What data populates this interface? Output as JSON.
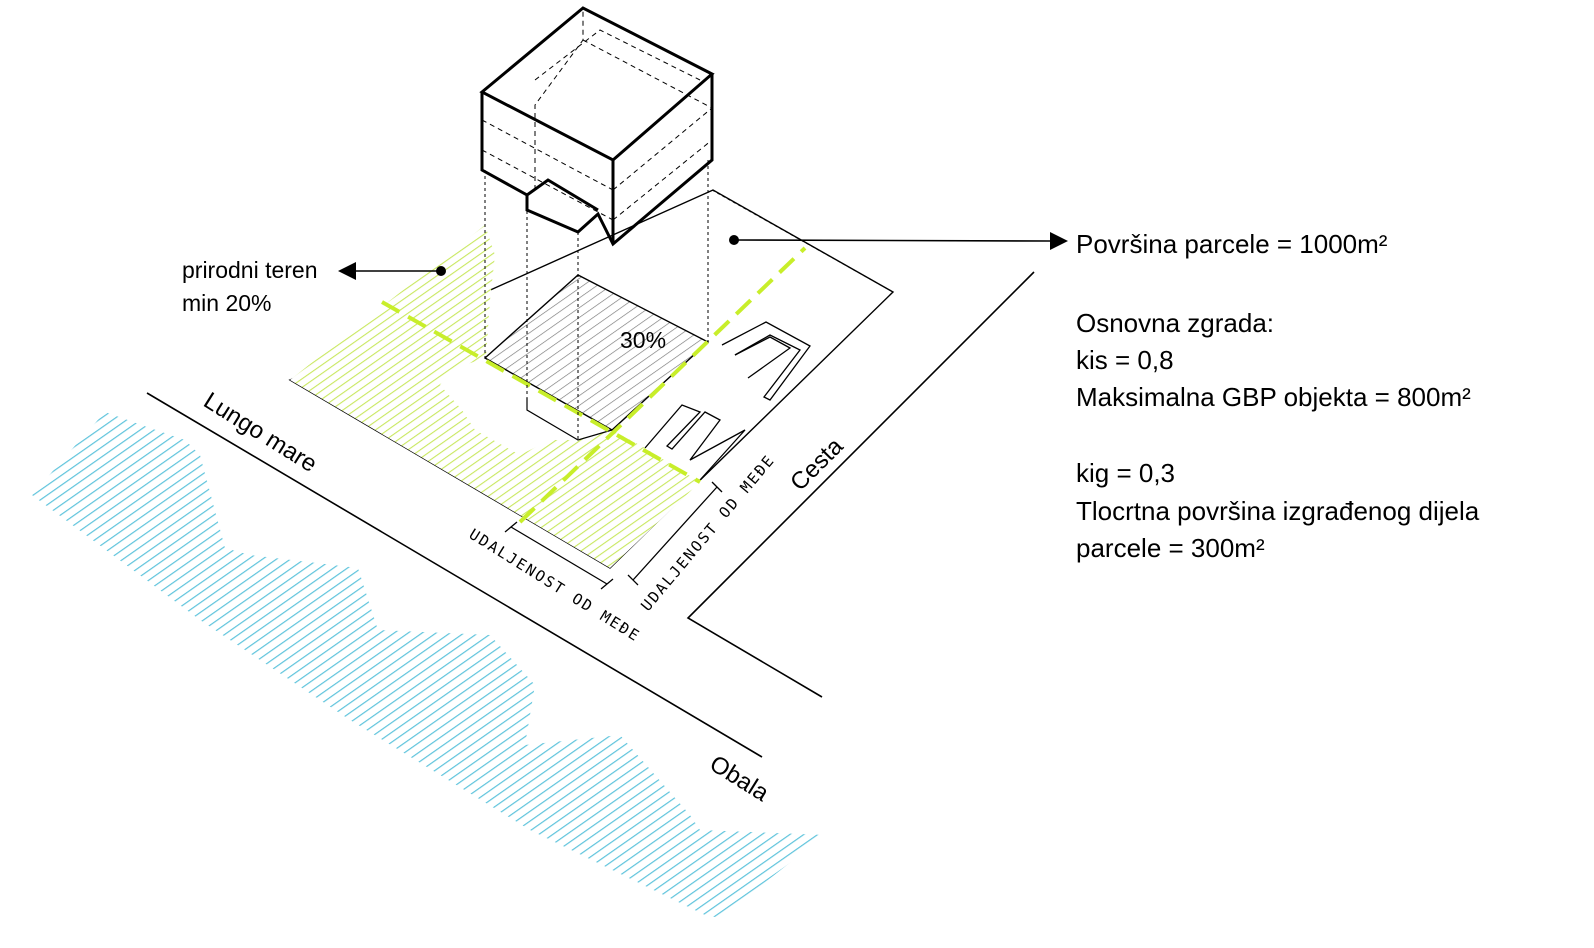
{
  "colors": {
    "green": "#d6f07a",
    "green_line": "#c8ee2a",
    "water": "#5fc4dc",
    "hatch_gray": "#6e6e6e",
    "line": "#000000"
  },
  "labels": {
    "natural_terrain_line1": "prirodni teren",
    "natural_terrain_line2": "min 20%",
    "coverage_percent": "30%",
    "lungo_mare": "Lungo mare",
    "cesta": "Cesta",
    "obala": "Obala",
    "setback_1": "UDALJENOST OD MEĐE",
    "setback_2": "UDALJENOST OD MEĐE"
  },
  "info": {
    "plot_area": "Površina parcele = 1000m²",
    "main_building": "Osnovna zgrada:",
    "kis": "kis = 0,8",
    "max_gbp": "Maksimalna GBP objekta = 800m²",
    "kig": "kig = 0,3",
    "footprint_line1": "Tlocrtna površina izgrađenog dijela",
    "footprint_line2": "parcele = 300m²"
  },
  "icons": [
    "arrow-right-icon",
    "arrow-left-icon"
  ]
}
